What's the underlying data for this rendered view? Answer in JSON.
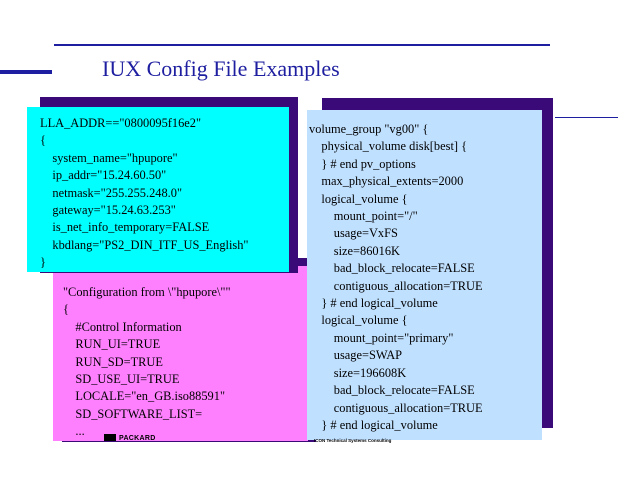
{
  "title": "IUX Config File Examples",
  "lla_box": {
    "lines": [
      "LLA_ADDR==\"0800095f16e2\"",
      "{",
      "    system_name=\"hpupore\"",
      "    ip_addr=\"15.24.60.50\"",
      "    netmask=\"255.255.248.0\"",
      "    gateway=\"15.24.63.253\"",
      "    is_net_info_temporary=FALSE",
      "    kbdlang=\"PS2_DIN_ITF_US_English\"",
      "}"
    ]
  },
  "config_box": {
    "lines": [
      "\"Configuration from \\\"hpupore\\\"\"",
      "{",
      "    #Control Information",
      "    RUN_UI=TRUE",
      "    RUN_SD=TRUE",
      "    SD_USE_UI=TRUE",
      "    LOCALE=\"en_GB.iso88591\"",
      "    SD_SOFTWARE_LIST=",
      "    ..."
    ]
  },
  "volume_box": {
    "lines": [
      "volume_group \"vg00\" {",
      "    physical_volume disk[best] {",
      "    } # end pv_options",
      "    max_physical_extents=2000",
      "    logical_volume {",
      "        mount_point=\"/\"",
      "        usage=VxFS",
      "        size=86016K",
      "        bad_block_relocate=FALSE",
      "        contiguous_allocation=TRUE",
      "    } # end logical_volume",
      "    logical_volume {",
      "        mount_point=\"primary\"",
      "        usage=SWAP",
      "        size=196608K",
      "        bad_block_relocate=FALSE",
      "        contiguous_allocation=TRUE",
      "    } # end logical_volume"
    ]
  },
  "footer": {
    "logo_text": "PACKARD",
    "caption": "ICON Technical Systems Consulting"
  },
  "colors": {
    "accent": "#1e1ea0",
    "shadow": "#3a0a78",
    "pink": "#ff80ff",
    "cyan": "#00ffff",
    "light_blue": "#c0e0ff"
  }
}
